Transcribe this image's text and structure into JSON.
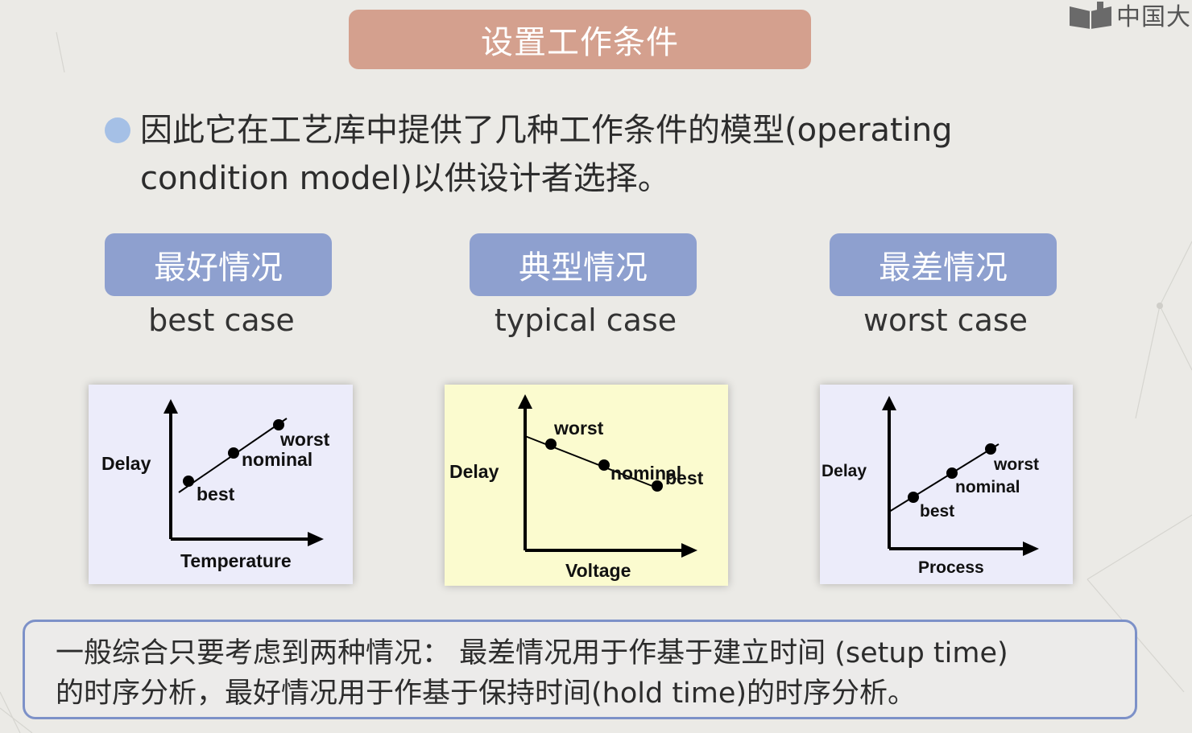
{
  "logo": {
    "icon": "book-icon",
    "text": "中国大"
  },
  "title": "设置工作条件",
  "bullet": {
    "line1": "因此它在工艺库中提供了几种工作条件的模型(operating",
    "line2": "condition model)以供设计者选择。"
  },
  "cases": [
    {
      "label": "最好情况",
      "sub": "best case"
    },
    {
      "label": "典型情况",
      "sub": "typical case"
    },
    {
      "label": "最差情况",
      "sub": "worst case"
    }
  ],
  "chart_data": [
    {
      "type": "line",
      "xlabel": "Temperature",
      "ylabel": "Delay",
      "background": "#ececfa",
      "points": [
        {
          "label": "best",
          "x": 1,
          "y": 1
        },
        {
          "label": "nominal",
          "x": 2,
          "y": 2
        },
        {
          "label": "worst",
          "x": 3,
          "y": 3
        }
      ]
    },
    {
      "type": "line",
      "xlabel": "Voltage",
      "ylabel": "Delay",
      "background": "#fbfbcf",
      "points": [
        {
          "label": "worst",
          "x": 1,
          "y": 3
        },
        {
          "label": "nominal",
          "x": 2,
          "y": 2
        },
        {
          "label": "best",
          "x": 3,
          "y": 1
        }
      ]
    },
    {
      "type": "line",
      "xlabel": "Process",
      "ylabel": "Delay",
      "background": "#ececfa",
      "points": [
        {
          "label": "best",
          "x": 1,
          "y": 1
        },
        {
          "label": "nominal",
          "x": 2,
          "y": 2
        },
        {
          "label": "worst",
          "x": 3,
          "y": 3
        }
      ]
    }
  ],
  "note": {
    "line1": "一般综合只要考虑到两种情况：  最差情况用于作基于建立时间 (setup time)",
    "line2": "的时序分析，最好情况用于作基于保持时间(hold time)的时序分析。"
  },
  "colors": {
    "title_bg": "#d4a08e",
    "case_bg": "#8ea0cf",
    "bullet": "#a5c0e6",
    "note_border": "#7d91c8"
  }
}
